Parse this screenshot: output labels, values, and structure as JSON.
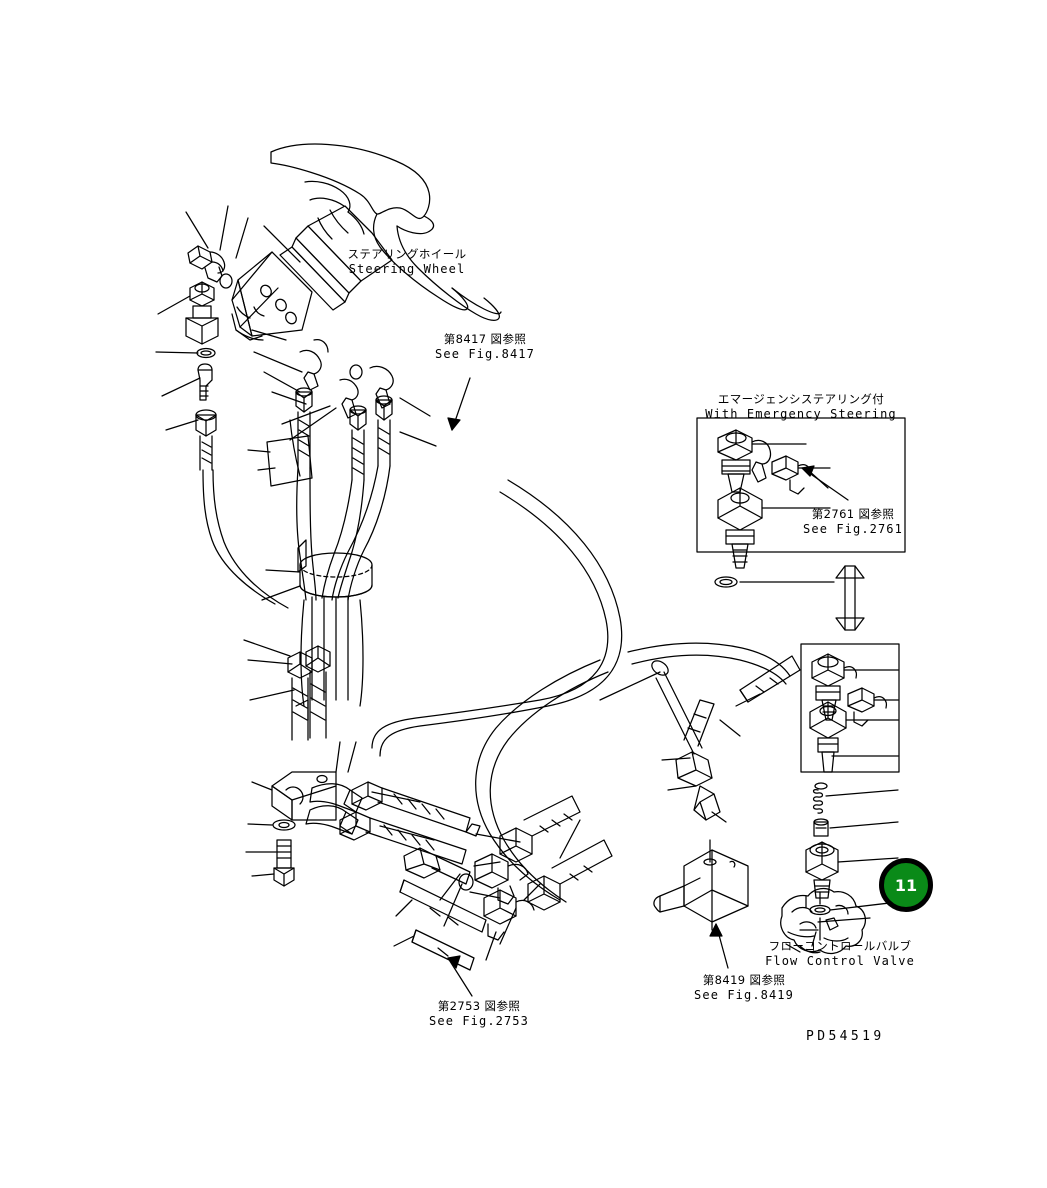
{
  "document": {
    "type": "parts-diagram",
    "drawing_number": "PD54519",
    "background_color": "#ffffff",
    "line_color": "#000000"
  },
  "labels": {
    "steering_wheel": {
      "jp": "ステアリングホイール",
      "en": "Steering Wheel"
    },
    "see_fig_8417": {
      "jp": "第8417 図参照",
      "en": "See Fig.8417"
    },
    "with_emergency_steering": {
      "jp": "エマージェンシステアリング付",
      "en": "With Emergency Steering"
    },
    "see_fig_2761": {
      "jp": "第2761 図参照",
      "en": "See Fig.2761"
    },
    "see_fig_8419": {
      "jp": "第8419 図参照",
      "en": "See Fig.8419"
    },
    "see_fig_2753": {
      "jp": "第2753 図参照",
      "en": "See Fig.2753"
    },
    "flow_control_valve": {
      "jp": "フローコントロールバルブ",
      "en": "Flow Control Valve"
    }
  },
  "callout": {
    "number": "11",
    "fill_color": "#0a8a18",
    "ring_color": "#000000",
    "text_color": "#ffffff"
  }
}
